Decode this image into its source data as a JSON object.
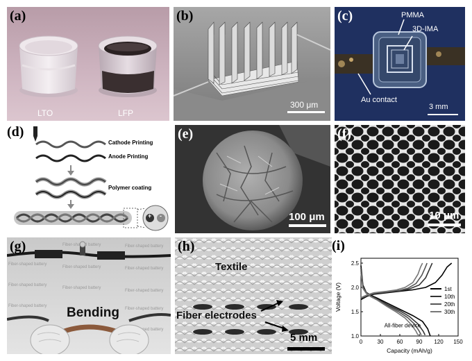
{
  "figure": {
    "panel_a": {
      "tag": "(a)",
      "label_left": "LTO",
      "label_right": "LFP"
    },
    "panel_b": {
      "tag": "(b)",
      "scale_bar": "300 μm"
    },
    "panel_c": {
      "tag": "(c)",
      "pmma": "PMMA",
      "ima": "3D-IMA",
      "contact": "Au contact",
      "scale_bar": "3 mm"
    },
    "panel_d": {
      "tag": "(d)",
      "cathode": "Cathode Printing",
      "anode": "Anode Printing",
      "coating": "Polymer coating",
      "plus": "+",
      "minus": "-"
    },
    "panel_e": {
      "tag": "(e)",
      "scale_bar": "100 μm"
    },
    "panel_f": {
      "tag": "(f)",
      "scale_bar": "10 μm"
    },
    "panel_g": {
      "tag": "(g)",
      "bending": "Bending",
      "watermark": "Fiber-shaped battery"
    },
    "panel_h": {
      "tag": "(h)",
      "textile": "Textile",
      "fiber": "Fiber electrodes",
      "scale_bar": "5 mm"
    },
    "panel_i": {
      "tag": "(i)"
    }
  },
  "chart_data": {
    "type": "line",
    "xlabel": "Capacity (mAh/g)",
    "ylabel": "Voltage (V)",
    "xlim": [
      0,
      150
    ],
    "ylim": [
      1.0,
      2.6
    ],
    "xticks": [
      0,
      30,
      60,
      90,
      120,
      150
    ],
    "yticks": [
      1.0,
      1.5,
      2.0,
      2.5
    ],
    "annotation": "All-fiber device",
    "legend_position": "right",
    "series": [
      {
        "name": "1st",
        "color": "#000000",
        "charge": [
          [
            0,
            1.75
          ],
          [
            10,
            1.82
          ],
          [
            20,
            1.86
          ],
          [
            40,
            1.89
          ],
          [
            60,
            1.92
          ],
          [
            80,
            1.95
          ],
          [
            100,
            2.0
          ],
          [
            115,
            2.1
          ],
          [
            125,
            2.25
          ],
          [
            133,
            2.42
          ],
          [
            140,
            2.5
          ]
        ],
        "discharge": [
          [
            0,
            2.45
          ],
          [
            3,
            2.05
          ],
          [
            8,
            1.9
          ],
          [
            15,
            1.84
          ],
          [
            25,
            1.78
          ],
          [
            40,
            1.68
          ],
          [
            60,
            1.55
          ],
          [
            80,
            1.42
          ],
          [
            95,
            1.3
          ],
          [
            103,
            1.15
          ],
          [
            107,
            1.0
          ]
        ]
      },
      {
        "name": "10th",
        "color": "#333333",
        "charge": [
          [
            0,
            1.77
          ],
          [
            10,
            1.83
          ],
          [
            20,
            1.87
          ],
          [
            40,
            1.9
          ],
          [
            60,
            1.93
          ],
          [
            75,
            1.97
          ],
          [
            90,
            2.05
          ],
          [
            100,
            2.2
          ],
          [
            106,
            2.38
          ],
          [
            110,
            2.5
          ]
        ],
        "discharge": [
          [
            0,
            2.4
          ],
          [
            3,
            2.02
          ],
          [
            8,
            1.9
          ],
          [
            15,
            1.83
          ],
          [
            25,
            1.76
          ],
          [
            40,
            1.65
          ],
          [
            60,
            1.52
          ],
          [
            75,
            1.4
          ],
          [
            88,
            1.25
          ],
          [
            96,
            1.1
          ],
          [
            99,
            1.02
          ]
        ]
      },
      {
        "name": "20th",
        "color": "#555555",
        "charge": [
          [
            0,
            1.78
          ],
          [
            10,
            1.84
          ],
          [
            20,
            1.88
          ],
          [
            40,
            1.91
          ],
          [
            60,
            1.94
          ],
          [
            72,
            1.98
          ],
          [
            85,
            2.08
          ],
          [
            94,
            2.25
          ],
          [
            99,
            2.4
          ],
          [
            102,
            2.5
          ]
        ],
        "discharge": [
          [
            0,
            2.35
          ],
          [
            3,
            2.0
          ],
          [
            8,
            1.89
          ],
          [
            15,
            1.82
          ],
          [
            25,
            1.75
          ],
          [
            40,
            1.63
          ],
          [
            58,
            1.5
          ],
          [
            72,
            1.38
          ],
          [
            83,
            1.24
          ],
          [
            90,
            1.1
          ],
          [
            93,
            1.02
          ]
        ]
      },
      {
        "name": "30th",
        "color": "#777777",
        "charge": [
          [
            0,
            1.79
          ],
          [
            10,
            1.85
          ],
          [
            20,
            1.89
          ],
          [
            40,
            1.92
          ],
          [
            55,
            1.95
          ],
          [
            68,
            2.0
          ],
          [
            80,
            2.1
          ],
          [
            88,
            2.27
          ],
          [
            92,
            2.42
          ],
          [
            95,
            2.5
          ]
        ],
        "discharge": [
          [
            0,
            2.3
          ],
          [
            3,
            1.98
          ],
          [
            8,
            1.88
          ],
          [
            15,
            1.81
          ],
          [
            25,
            1.74
          ],
          [
            40,
            1.61
          ],
          [
            55,
            1.49
          ],
          [
            68,
            1.37
          ],
          [
            78,
            1.23
          ],
          [
            85,
            1.1
          ],
          [
            88,
            1.02
          ]
        ]
      }
    ]
  }
}
